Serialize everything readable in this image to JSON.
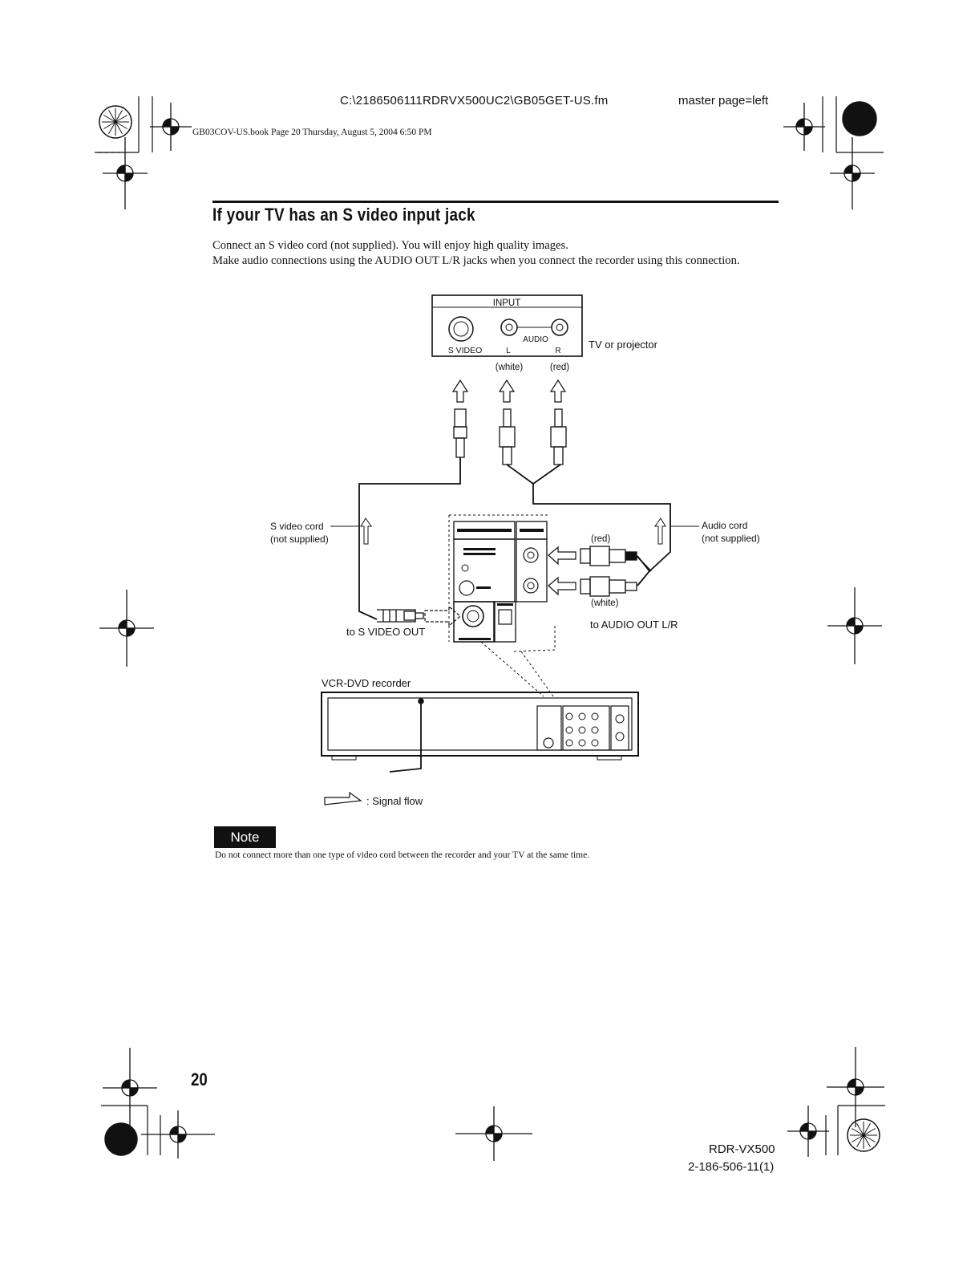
{
  "header": {
    "file_path": "C:\\2186506111RDRVX500UC2\\GB05GET-US.fm",
    "master_page": "master page=left",
    "book_info": "GB03COV-US.book  Page 20  Thursday, August 5, 2004  6:50 PM"
  },
  "section": {
    "title": "If your TV has an S video input jack",
    "paragraphs": [
      "Connect an S video cord (not supplied). You will enjoy high quality images.",
      "Make audio connections using the AUDIO OUT L/R jacks when you connect the recorder using this connection."
    ]
  },
  "diagram": {
    "tv_panel_title": "INPUT",
    "tv_label": "TV or projector",
    "svideo_label": "S VIDEO",
    "audio_label": "AUDIO",
    "left_label": "L",
    "right_label": "R",
    "white_label": "(white)",
    "red_label": "(red)",
    "svideo_cord_line1": "S video cord",
    "svideo_cord_line2": "(not supplied)",
    "audio_cord_line1": "Audio cord",
    "audio_cord_line2": "(not supplied)",
    "red_label_lower": "(red)",
    "white_label_lower": "(white)",
    "to_svideo_out": "to S VIDEO OUT",
    "to_audio_out": "to AUDIO OUT L/R",
    "recorder_label": "VCR-DVD recorder",
    "signal_flow": ": Signal flow"
  },
  "note": {
    "badge": "Note",
    "text": "Do not connect more than one type of video cord between the recorder and your TV at the same time."
  },
  "footer": {
    "page_number": "20",
    "model": "RDR-VX500",
    "doc_number": "2-186-506-11(1)"
  }
}
